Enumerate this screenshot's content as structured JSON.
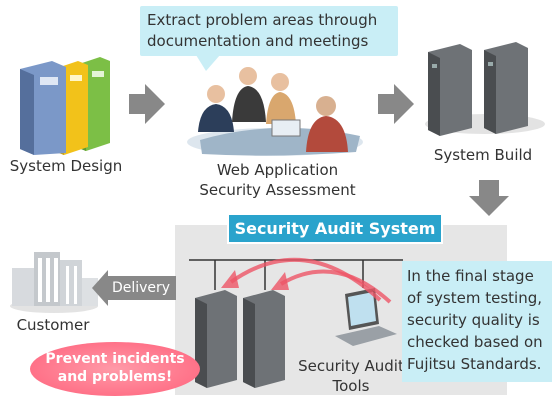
{
  "callout": {
    "line1": "Extract problem areas through",
    "line2": "documentation and meetings"
  },
  "steps": {
    "design_label": "System Design",
    "assessment_line1": "Web Application",
    "assessment_line2": "Security Assessment",
    "build_label": "System Build"
  },
  "audit": {
    "title": "Security Audit System",
    "tools_line1": "Security Audit",
    "tools_line2": "Tools",
    "note_lines": [
      "In the final stage",
      "of system testing,",
      "security quality is",
      "checked based on",
      "Fujitsu Standards."
    ]
  },
  "delivery": {
    "label": "Delivery",
    "customer_label": "Customer"
  },
  "bubble": {
    "line1": "Prevent incidents",
    "line2": "and problems!"
  },
  "colors": {
    "accent_blue": "#2aa3cc",
    "callout_bg": "#c9eef6",
    "arrow_gray": "#888888",
    "audit_area_bg": "#e6e6e6",
    "flow_red": "#ee5566",
    "bubble_pink": "#ff6f86"
  }
}
